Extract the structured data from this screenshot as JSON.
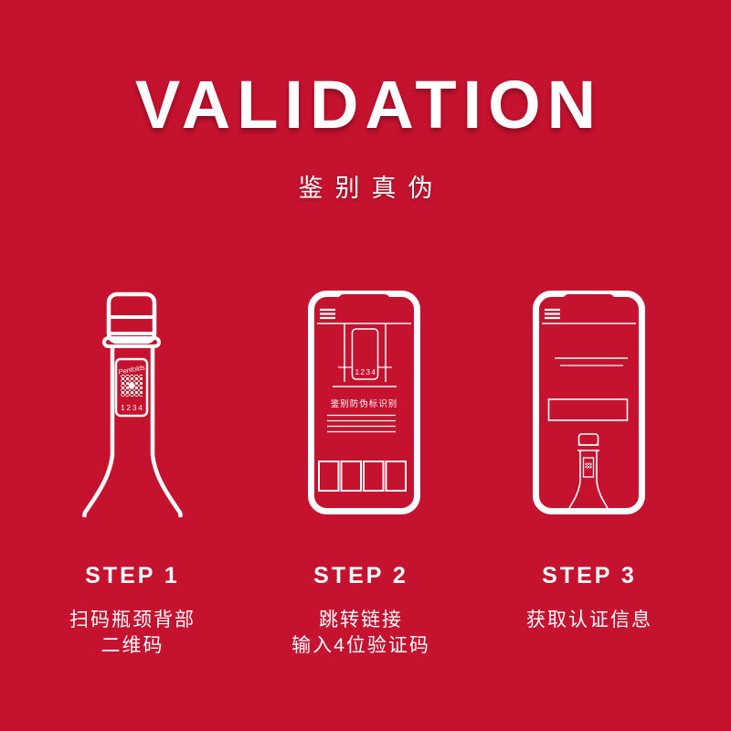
{
  "colors": {
    "background": "#C5122F",
    "foreground": "#FFFFFF"
  },
  "header": {
    "title": "VALIDATION",
    "subtitle": "鉴别真伪"
  },
  "steps": [
    {
      "label": "STEP 1",
      "caption": [
        "扫码瓶颈背部",
        "二维码"
      ],
      "illustration": {
        "name": "bottle-neck-with-qr-label",
        "brand": "Penfolds",
        "code": "1234"
      }
    },
    {
      "label": "STEP 2",
      "caption": [
        "跳转链接",
        "输入4位验证码"
      ],
      "illustration": {
        "name": "phone-enter-verification-code",
        "code": "1234",
        "screen_title": "鉴别防伪标识别",
        "code_box_count": 4
      }
    },
    {
      "label": "STEP 3",
      "caption": [
        "获取认证信息"
      ],
      "illustration": {
        "name": "phone-certification-result"
      }
    }
  ]
}
